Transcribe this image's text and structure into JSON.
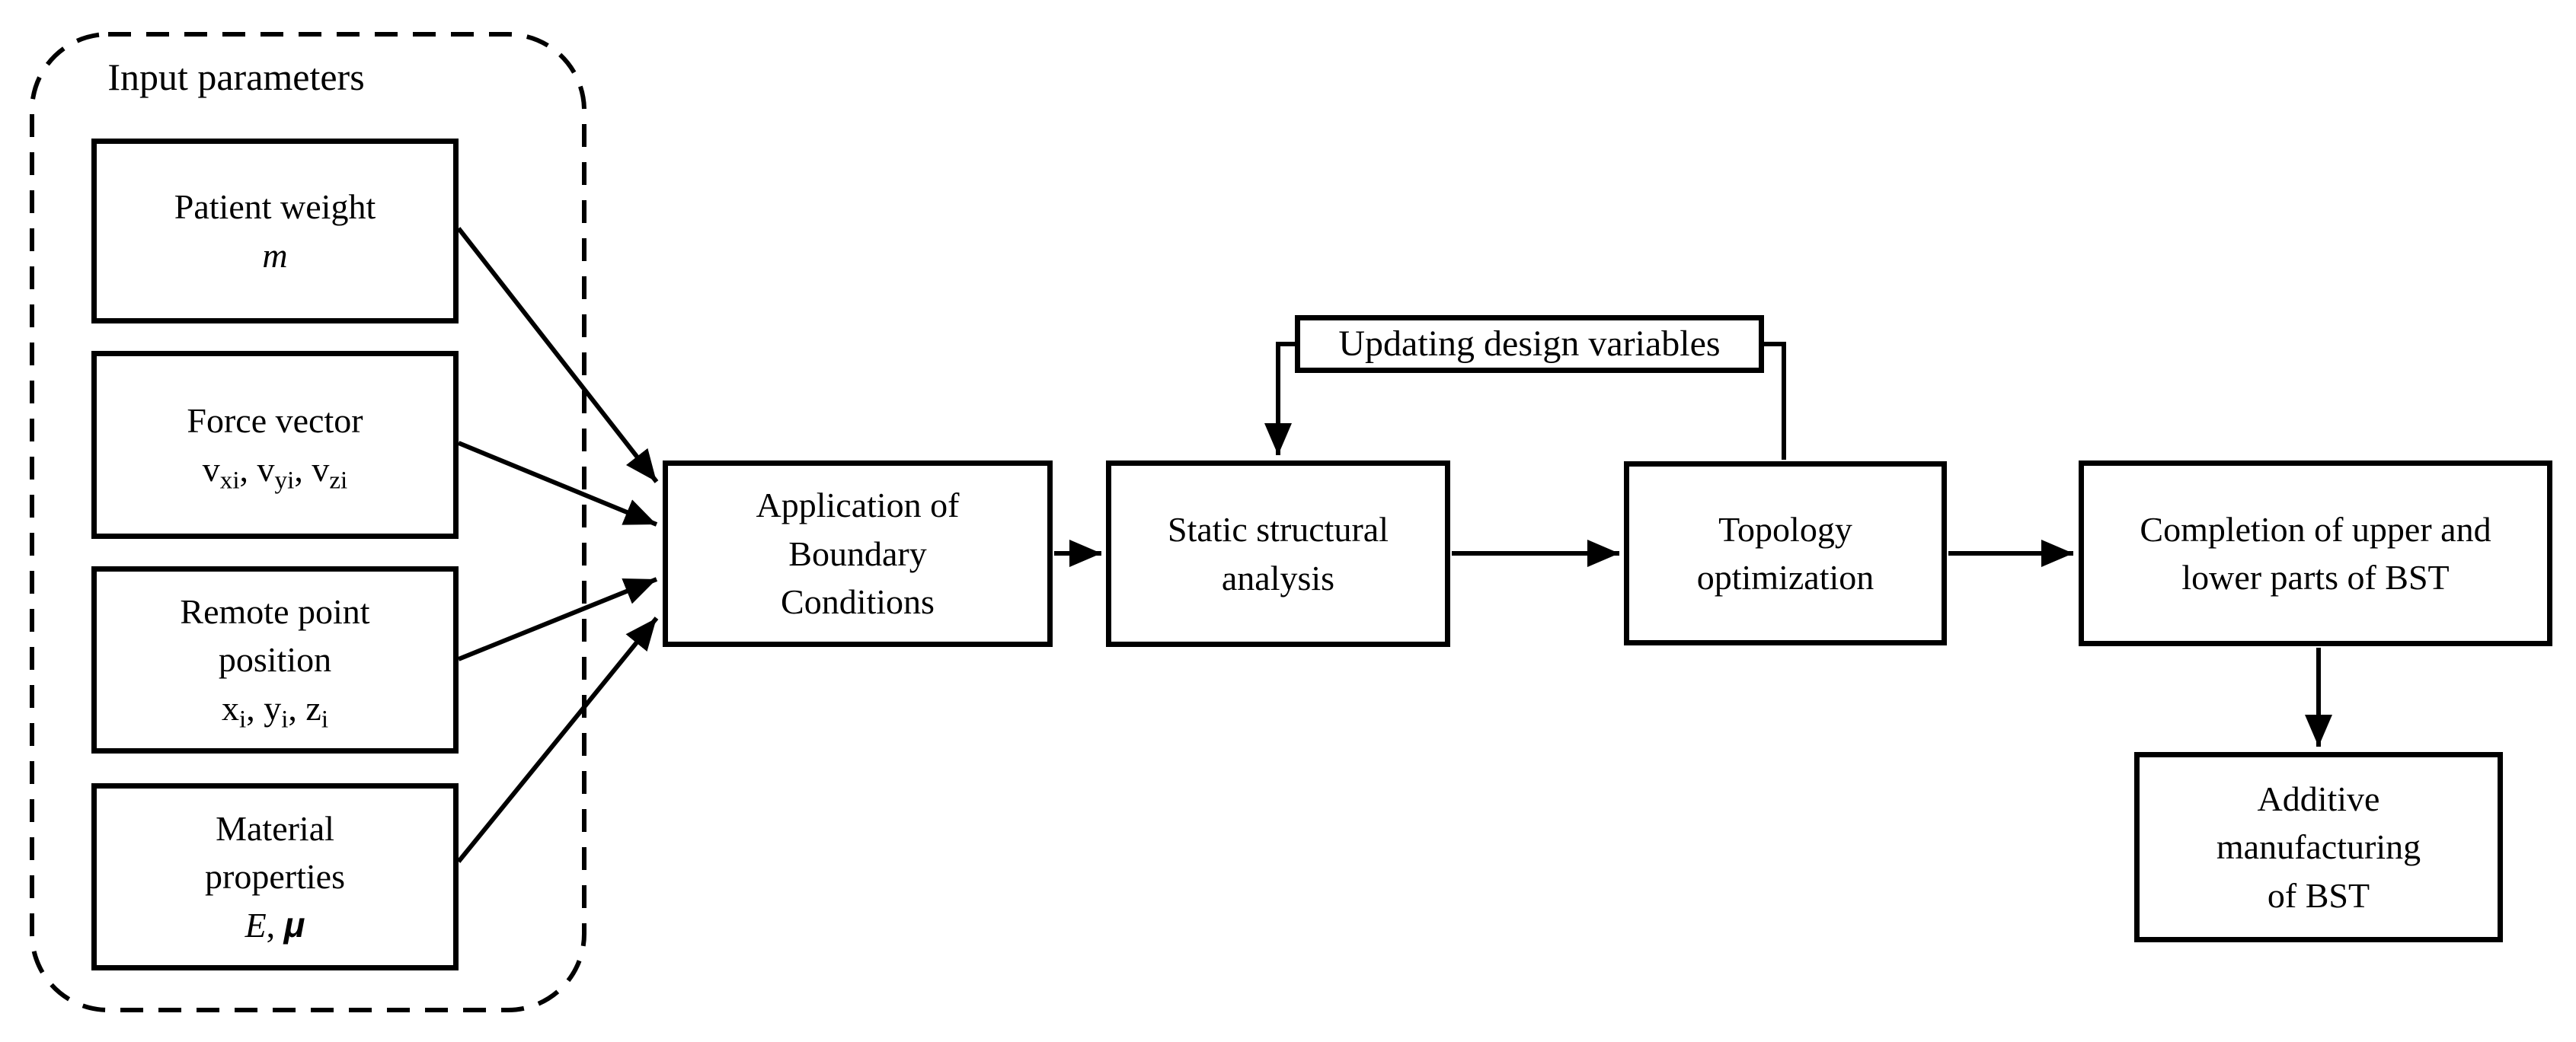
{
  "diagram": {
    "title_hint": "BST design and manufacturing workflow flowchart",
    "input_group": {
      "label": "Input parameters",
      "boxes": [
        {
          "name": "patient-weight",
          "lines": [
            [
              {
                "text": "Patient weight"
              }
            ],
            [
              {
                "text": "m",
                "italic": true
              }
            ]
          ]
        },
        {
          "name": "force-vector",
          "lines": [
            [
              {
                "text": "Force vector"
              }
            ],
            [
              {
                "text": "v"
              },
              {
                "sub": "xi"
              },
              {
                "text": ", v"
              },
              {
                "sub": "yi"
              },
              {
                "text": ", v"
              },
              {
                "sub": "zi"
              }
            ]
          ]
        },
        {
          "name": "remote-point-position",
          "lines": [
            [
              {
                "text": "Remote point"
              }
            ],
            [
              {
                "text": "position"
              }
            ],
            [
              {
                "text": "x"
              },
              {
                "sub": "i"
              },
              {
                "text": ", y"
              },
              {
                "sub": "i"
              },
              {
                "text": ", z"
              },
              {
                "sub": "i"
              }
            ]
          ]
        },
        {
          "name": "material-properties",
          "lines": [
            [
              {
                "text": "Material"
              }
            ],
            [
              {
                "text": "properties"
              }
            ],
            [
              {
                "text": "E",
                "italic": true
              },
              {
                "text": ", "
              },
              {
                "text": "μ",
                "italic": true,
                "bold": true,
                "sans": true
              }
            ]
          ]
        }
      ]
    },
    "process": {
      "application": {
        "label": "Application of\nBoundary\nConditions"
      },
      "static": {
        "label": "Static structural\nanalysis"
      },
      "topology": {
        "label": "Topology\noptimization"
      },
      "completion": {
        "label": "Completion of upper and\nlower parts of BST"
      },
      "additive": {
        "label": "Additive\nmanufacturing\nof BST"
      },
      "updating": {
        "label": "Updating design variables"
      }
    },
    "connectors": [
      {
        "from": "patient-weight",
        "to": "application",
        "arrow": true
      },
      {
        "from": "force-vector",
        "to": "application",
        "arrow": true
      },
      {
        "from": "remote-point-position",
        "to": "application",
        "arrow": true
      },
      {
        "from": "material-properties",
        "to": "application",
        "arrow": true
      },
      {
        "from": "application",
        "to": "static",
        "arrow": true
      },
      {
        "from": "static",
        "to": "topology",
        "arrow": true
      },
      {
        "from": "topology",
        "to": "completion",
        "arrow": true
      },
      {
        "from": "completion",
        "to": "additive",
        "arrow": true
      },
      {
        "from": "topology",
        "to": "updating",
        "arrow": false
      },
      {
        "from": "updating",
        "to": "static",
        "arrow": true
      }
    ],
    "colors": {
      "background": "#ffffff",
      "stroke": "#000000",
      "text": "#000000"
    }
  }
}
